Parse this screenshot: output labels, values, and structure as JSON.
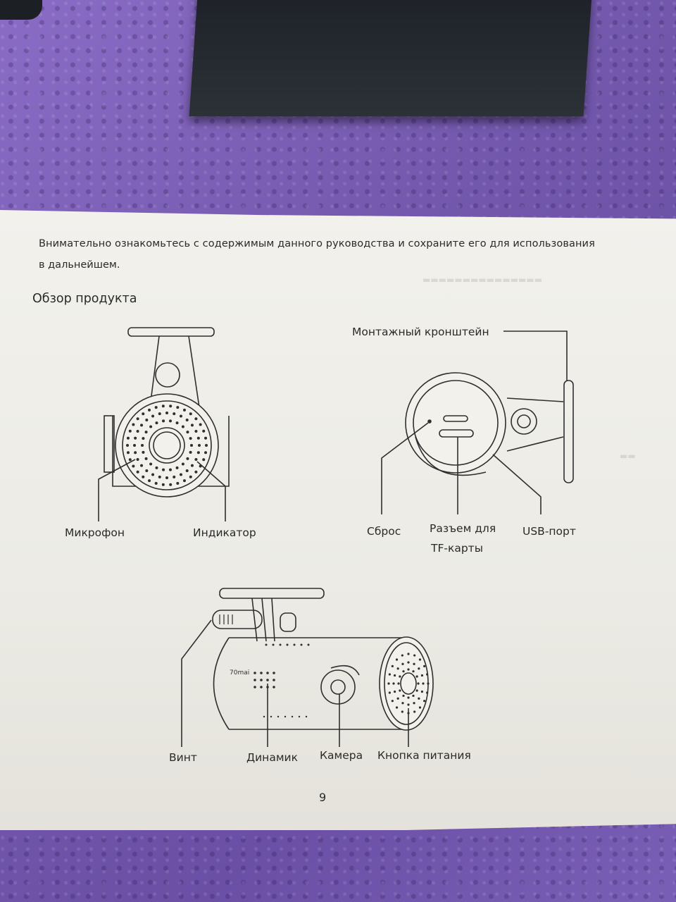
{
  "page": {
    "intro_line1": "Внимательно ознакомьтесь с содержимым данного руководства и сохраните его для использования",
    "intro_line2": "в дальнейшем.",
    "heading": "Обзор продукта",
    "page_number": "9"
  },
  "front_view": {
    "microphone": "Микрофон",
    "indicator": "Индикатор"
  },
  "back_view": {
    "mount": "Монтажный кронштейн",
    "reset": "Сброс",
    "tf_slot_line1": "Разъем для",
    "tf_slot_line2": "TF-карты",
    "usb_port": "USB-порт"
  },
  "side_view": {
    "screw": "Винт",
    "speaker": "Динамик",
    "camera": "Камера",
    "power_button": "Кнопка питания",
    "brand": "70mai"
  },
  "colors": {
    "carpet": "#7d62b8",
    "paper": "#f2f1ec",
    "ink": "#2a2a2a"
  }
}
